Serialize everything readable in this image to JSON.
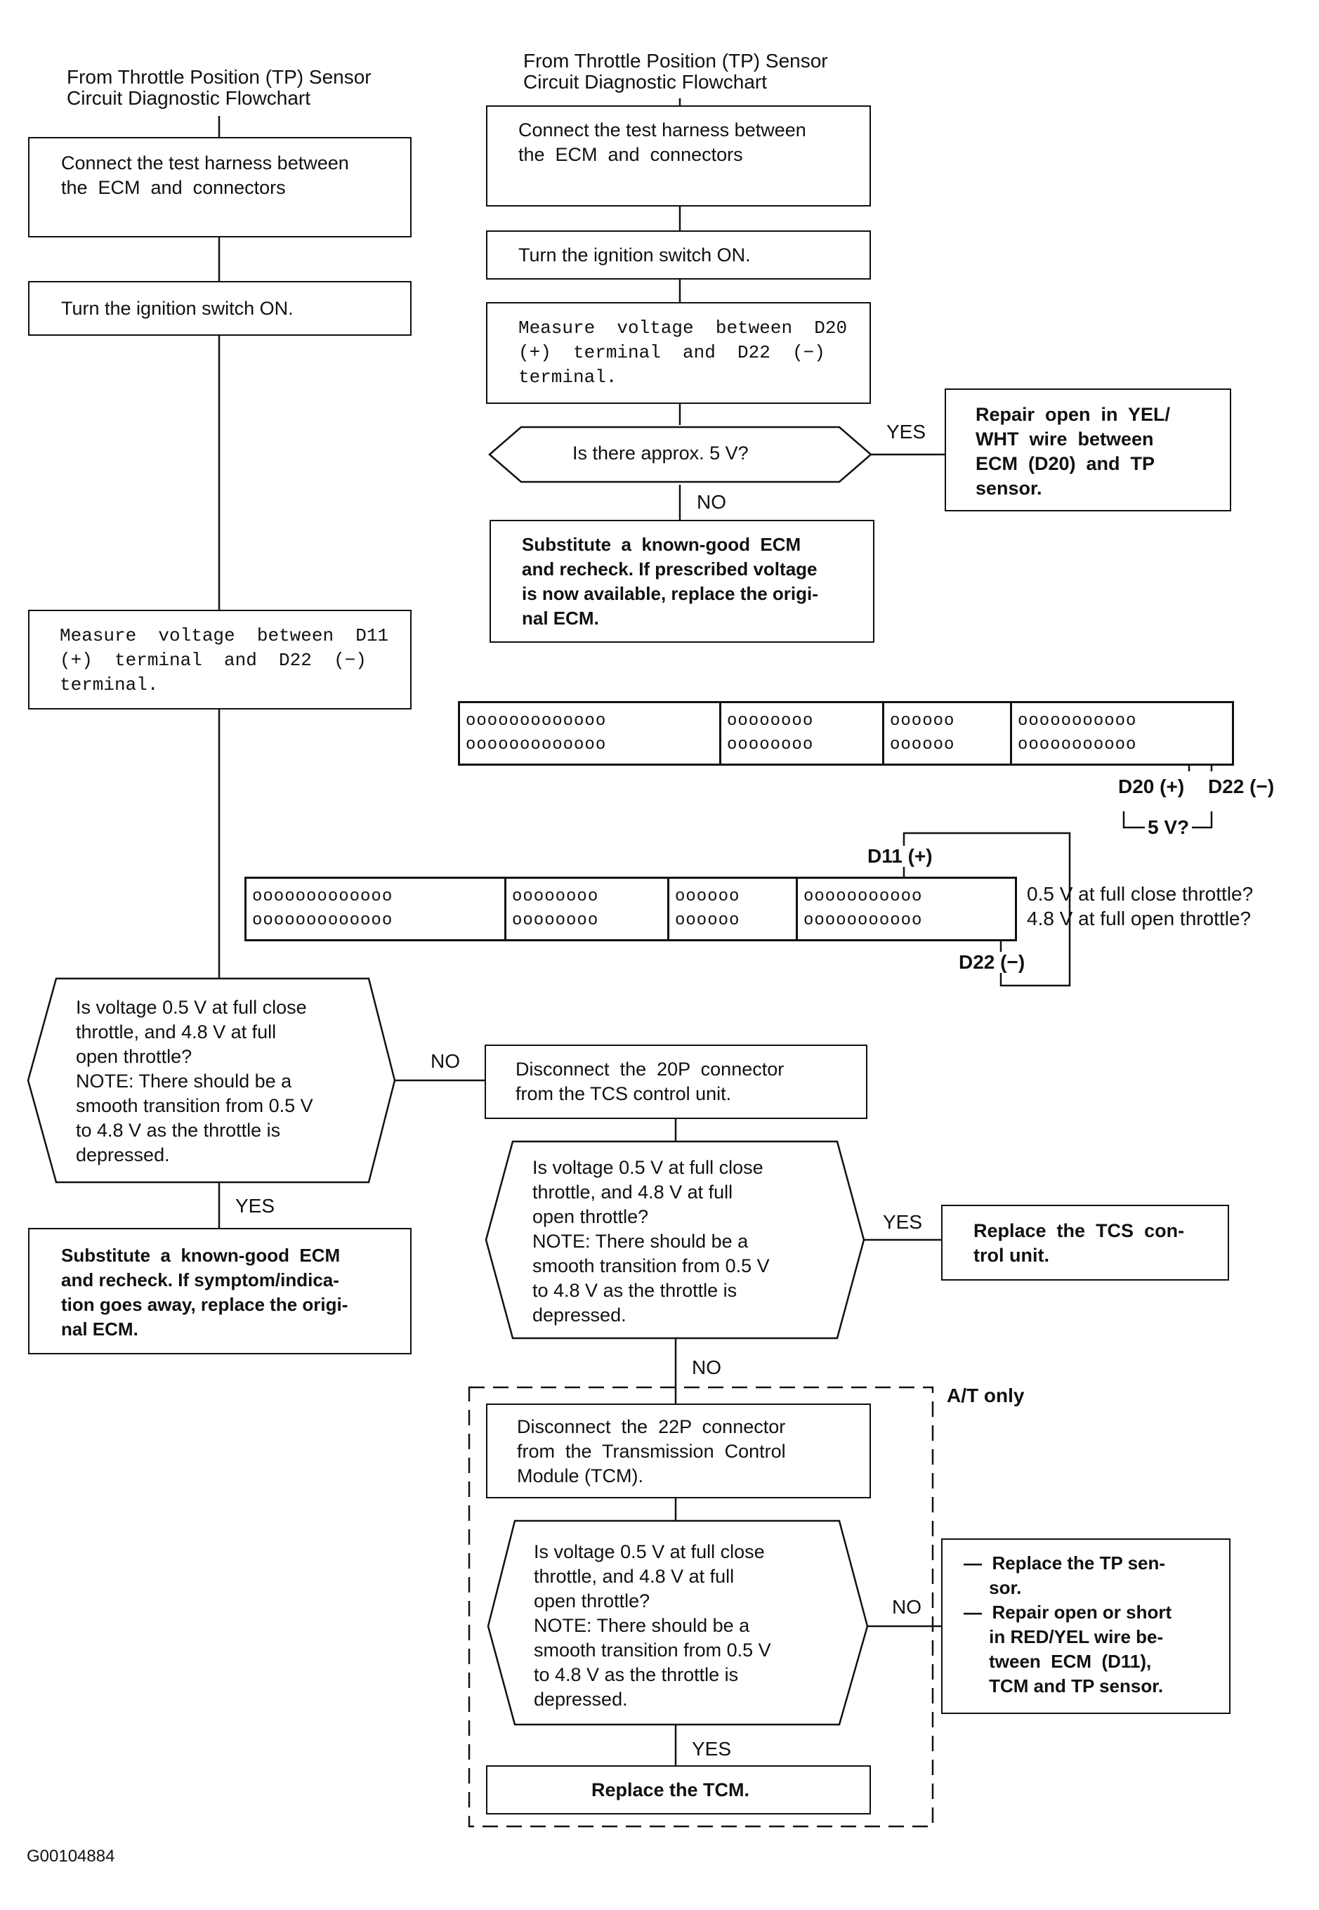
{
  "left": {
    "source_label": "From Throttle Position (TP) Sensor\nCircuit Diagnostic Flowchart",
    "step_connect": "Connect the test harness between\nthe  ECM  and  connectors",
    "step_ignition": "Turn the ignition switch ON.",
    "step_measure": "Measure  voltage  between  D11\n(+)  terminal  and  D22  (−)\nterminal.",
    "decision_voltage": "Is voltage 0.5 V at full close\nthrottle, and 4.8 V at full\nopen throttle?\nNOTE: There should be a\nsmooth transition from 0.5 V\nto 4.8 V as the throttle is\ndepressed.",
    "yes_label": "YES",
    "no_label": "NO",
    "result_substitute": "Substitute  a  known-good  ECM\nand recheck. If symptom/indica-\ntion goes away, replace the origi-\nnal ECM."
  },
  "right": {
    "source_label": "From Throttle Position (TP) Sensor\nCircuit Diagnostic Flowchart",
    "step_connect": "Connect the test harness between\nthe  ECM  and  connectors",
    "step_ignition": "Turn the ignition switch ON.",
    "step_measure": "Measure  voltage  between  D20\n(+)  terminal  and  D22  (−)\nterminal.",
    "decision_5v": "Is there approx. 5 V?",
    "yes_label": "YES",
    "no_label": "NO",
    "result_repair_open": "Repair  open  in  YEL/\nWHT  wire  between\nECM  (D20)  and  TP\nsensor.",
    "result_substitute": "Substitute  a  known-good  ECM\nand recheck. If prescribed voltage\nis now available, replace the origi-\nnal ECM."
  },
  "connectors": {
    "upper_rows": [
      "ooooooooooooo",
      "oooooooo",
      "oooooo",
      "ooooooooooo"
    ],
    "lower_rows": [
      "ooooooooooooo",
      "oooooooo",
      "oooooo",
      "ooooooooooo"
    ],
    "d20_label": "D20 (+)",
    "d22_label_top": "D22 (−)",
    "five_v_label": "5 V?",
    "d11_label": "D11 (+)",
    "d22_label_bottom": "D22 (−)",
    "reading_close": "0.5 V at full close throttle?",
    "reading_open": "4.8 V at full open throttle?"
  },
  "tcs_branch": {
    "step_disconnect": "Disconnect  the  20P  connector\nfrom the TCS control unit.",
    "decision_voltage": "Is voltage 0.5 V at full close\nthrottle, and 4.8 V at full\nopen throttle?\nNOTE: There should be a\nsmooth transition from 0.5 V\nto 4.8 V as the throttle is\ndepressed.",
    "yes_label": "YES",
    "no_label": "NO",
    "result_replace_tcs": "Replace  the  TCS  con-\ntrol unit."
  },
  "at_branch": {
    "region_label": "A/T only",
    "step_disconnect": "Disconnect  the  22P  connector\nfrom  the  Transmission  Control\nModule (TCM).",
    "decision_voltage": "Is voltage 0.5 V at full close\nthrottle, and 4.8 V at full\nopen throttle?\nNOTE: There should be a\nsmooth transition from 0.5 V\nto 4.8 V as the throttle is\ndepressed.",
    "yes_label": "YES",
    "no_label": "NO",
    "result_replace_tcm": "Replace the TCM.",
    "result_tp_items": [
      "—  Replace the TP sen-\n     sor.",
      "—  Repair open or short\n     in RED/YEL wire be-\n     tween  ECM  (D11),\n     TCM and TP sensor."
    ]
  },
  "figure_id": "G00104884"
}
